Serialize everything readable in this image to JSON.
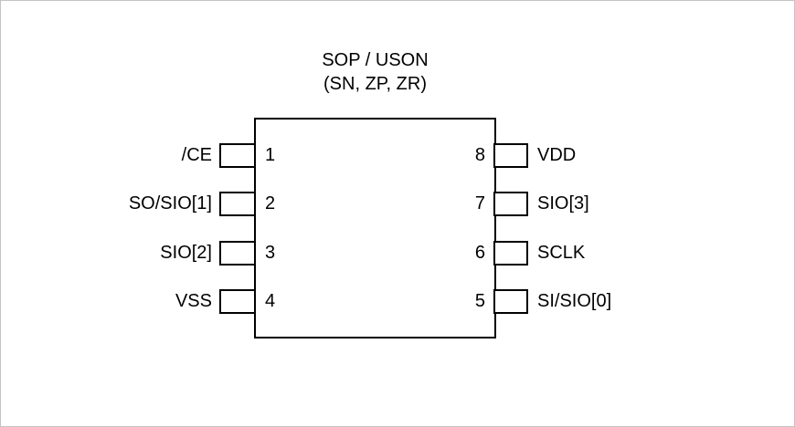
{
  "diagram": {
    "package_title": {
      "line1": "SOP / USON",
      "line2": "(SN, ZP, ZR)"
    },
    "chip": {
      "pin_count": 8,
      "pins_left": [
        {
          "number": "1",
          "label": "/CE"
        },
        {
          "number": "2",
          "label": "SO/SIO[1]"
        },
        {
          "number": "3",
          "label": "SIO[2]"
        },
        {
          "number": "4",
          "label": "VSS"
        }
      ],
      "pins_right": [
        {
          "number": "8",
          "label": "VDD"
        },
        {
          "number": "7",
          "label": "SIO[3]"
        },
        {
          "number": "6",
          "label": "SCLK"
        },
        {
          "number": "5",
          "label": "SI/SIO[0]"
        }
      ]
    },
    "colors": {
      "background": "#ffffff",
      "stroke": "#000000",
      "text": "#000000",
      "frame_border": "#c4c4c4"
    }
  }
}
